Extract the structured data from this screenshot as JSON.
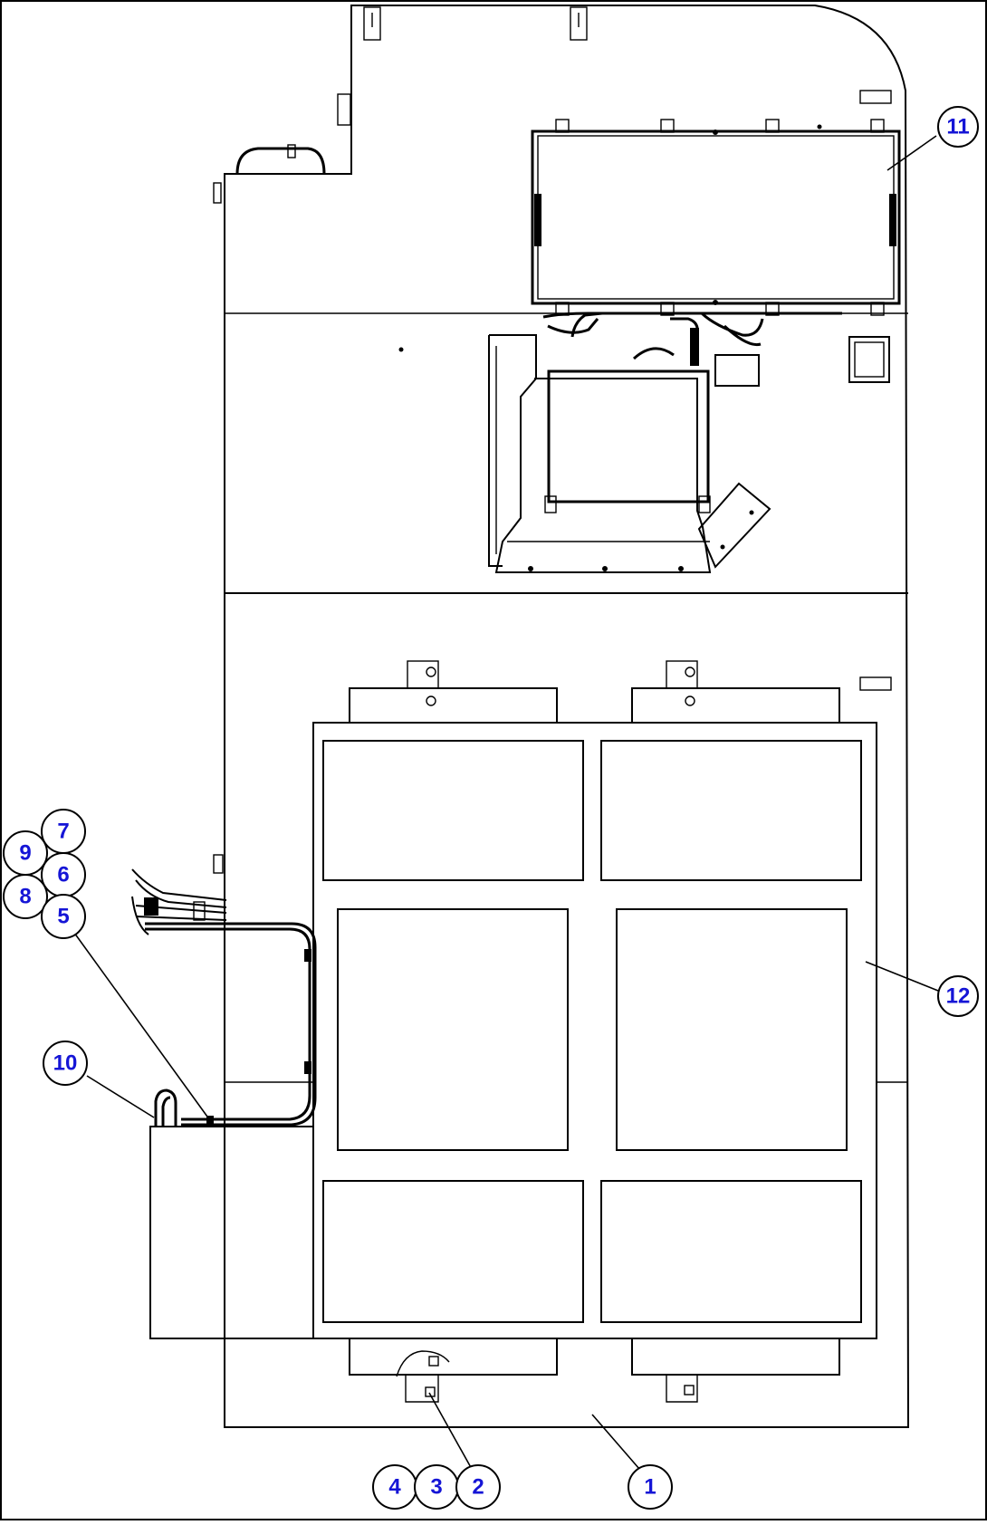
{
  "callouts": [
    {
      "id": "c1",
      "label": "1"
    },
    {
      "id": "c2",
      "label": "2"
    },
    {
      "id": "c3",
      "label": "3"
    },
    {
      "id": "c4",
      "label": "4"
    },
    {
      "id": "c5",
      "label": "5"
    },
    {
      "id": "c6",
      "label": "6"
    },
    {
      "id": "c7",
      "label": "7"
    },
    {
      "id": "c8",
      "label": "8"
    },
    {
      "id": "c9",
      "label": "9"
    },
    {
      "id": "c10",
      "label": "10"
    },
    {
      "id": "c11",
      "label": "11"
    },
    {
      "id": "c12",
      "label": "12"
    }
  ],
  "colors": {
    "callout_text": "#1515d6",
    "line": "#000000",
    "background": "#ffffff"
  }
}
